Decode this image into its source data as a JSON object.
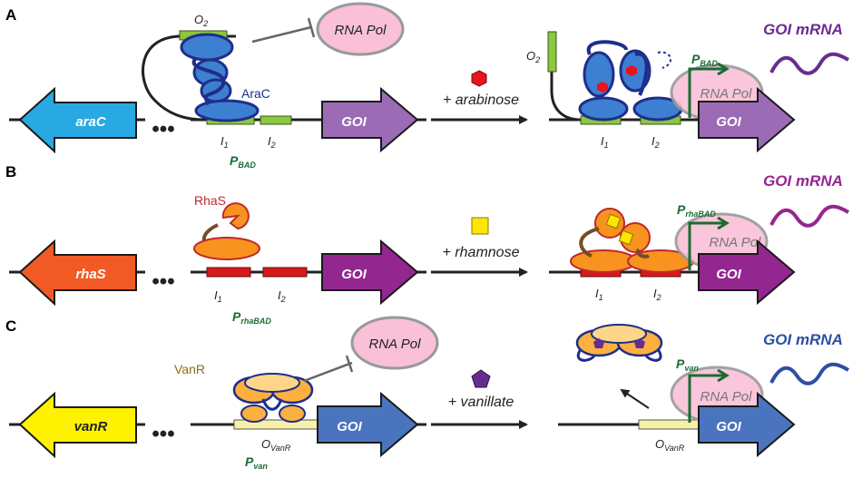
{
  "panels": {
    "a": {
      "letter": "A",
      "gene_label": "araC",
      "protein_label": "AraC",
      "operator_o2": "O",
      "operator_o2_sub": "2",
      "site_i1": "I",
      "site_i1_sub": "1",
      "site_i2": "I",
      "site_i2_sub": "2",
      "promoter": "P",
      "promoter_sub": "BAD",
      "gene_of_interest": "GOI",
      "rna_pol": "RNA Pol",
      "inducer": "+ arabinose",
      "right_o2": "O",
      "right_o2_sub": "2",
      "right_i1": "I",
      "right_i1_sub": "1",
      "right_i2": "I",
      "right_i2_sub": "2",
      "right_promoter": "P",
      "right_promoter_sub": "BAD",
      "right_rna_pol": "RNA Pol",
      "right_goi": "GOI",
      "mrna": "GOI mRNA",
      "colors": {
        "gene": "#29a9e1",
        "operator": "#8dc63f",
        "goi": "#9b6bb5",
        "mrna": "#6a2c91",
        "inducer": "#e8141b"
      }
    },
    "b": {
      "letter": "B",
      "gene_label": "rhaS",
      "protein_label": "RhaS",
      "site_i1": "I",
      "site_i1_sub": "1",
      "site_i2": "I",
      "site_i2_sub": "2",
      "promoter": "P",
      "promoter_sub": "rhaBAD",
      "gene_of_interest": "GOI",
      "inducer": "+ rhamnose",
      "right_i1": "I",
      "right_i1_sub": "1",
      "right_i2": "I",
      "right_i2_sub": "2",
      "right_promoter": "P",
      "right_promoter_sub": "rhaBAD",
      "right_rna_pol": "RNA Pol",
      "right_goi": "GOI",
      "mrna": "GOI mRNA",
      "colors": {
        "gene": "#f15a24",
        "site": "#d7191c",
        "goi": "#93278f",
        "mrna": "#93278f",
        "inducer": "#ffe600"
      }
    },
    "c": {
      "letter": "C",
      "gene_label": "vanR",
      "protein_label": "VanR",
      "operator": "O",
      "operator_sub": "VanR",
      "promoter": "P",
      "promoter_sub": "van",
      "gene_of_interest": "GOI",
      "rna_pol": "RNA Pol",
      "inducer": "+ vanillate",
      "right_operator": "O",
      "right_operator_sub": "VanR",
      "right_promoter": "P",
      "right_promoter_sub": "van",
      "right_rna_pol": "RNA Pol",
      "right_goi": "GOI",
      "mrna": "GOI mRNA",
      "colors": {
        "gene": "#fff200",
        "operator": "#f7f0a8",
        "goi": "#4a74bd",
        "mrna": "#2e4fa3",
        "inducer": "#662d91"
      }
    },
    "ellipsis": "•••"
  }
}
